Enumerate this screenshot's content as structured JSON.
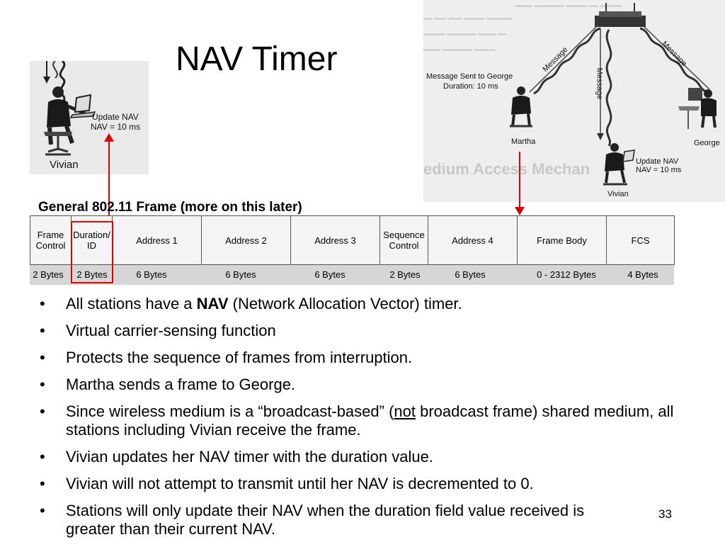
{
  "title": "NAV Timer",
  "vivian_inset": {
    "update_line1": "Update NAV",
    "update_line2": "NAV = 10 ms",
    "name": "Vivian"
  },
  "scene": {
    "message_sent_line1": "Message Sent to George",
    "message_sent_line2": "Duration: 10 ms",
    "message_label": "Message",
    "martha": "Martha",
    "george": "George",
    "vivian": "Vivian",
    "update_line1": "Update NAV",
    "update_line2": "NAV = 10 ms",
    "faded_heading": "edium Access Mechan"
  },
  "frame": {
    "caption": "General 802.11 Frame (more on this later)",
    "fields": [
      {
        "name": "Frame Control",
        "size": "2 Bytes"
      },
      {
        "name": "Duration/ ID",
        "size": "2  Bytes"
      },
      {
        "name": "Address 1",
        "size": "6  Bytes"
      },
      {
        "name": "Address 2",
        "size": "6  Bytes"
      },
      {
        "name": "Address 3",
        "size": "6  Bytes"
      },
      {
        "name": "Sequence Control",
        "size": "2  Bytes"
      },
      {
        "name": "Address 4",
        "size": "6  Bytes"
      },
      {
        "name": "Frame Body",
        "size": "0 - 2312 Bytes"
      },
      {
        "name": "FCS",
        "size": "4 Bytes"
      }
    ]
  },
  "bullets": [
    {
      "pre": "All stations have a ",
      "bold": "NAV",
      "post": " (Network Allocation Vector) timer."
    },
    {
      "text": "Virtual carrier-sensing function"
    },
    {
      "text": "Protects the sequence of frames from interruption."
    },
    {
      "text": "Martha sends a frame to George."
    },
    {
      "pre": "Since wireless medium is a “broadcast-based” (",
      "underline": "not",
      "post": " broadcast frame) shared medium, all stations including Vivian receive the frame."
    },
    {
      "text": "Vivian updates her NAV timer with the duration value."
    },
    {
      "text": "Vivian will not attempt to transmit until her NAV is decremented to 0."
    },
    {
      "text": "Stations will only update their NAV when the duration field value received is greater than their current NAV."
    }
  ],
  "bullet_glyph": "•",
  "page_number": "33",
  "colors": {
    "highlight": "#e00000",
    "text": "#000000"
  }
}
